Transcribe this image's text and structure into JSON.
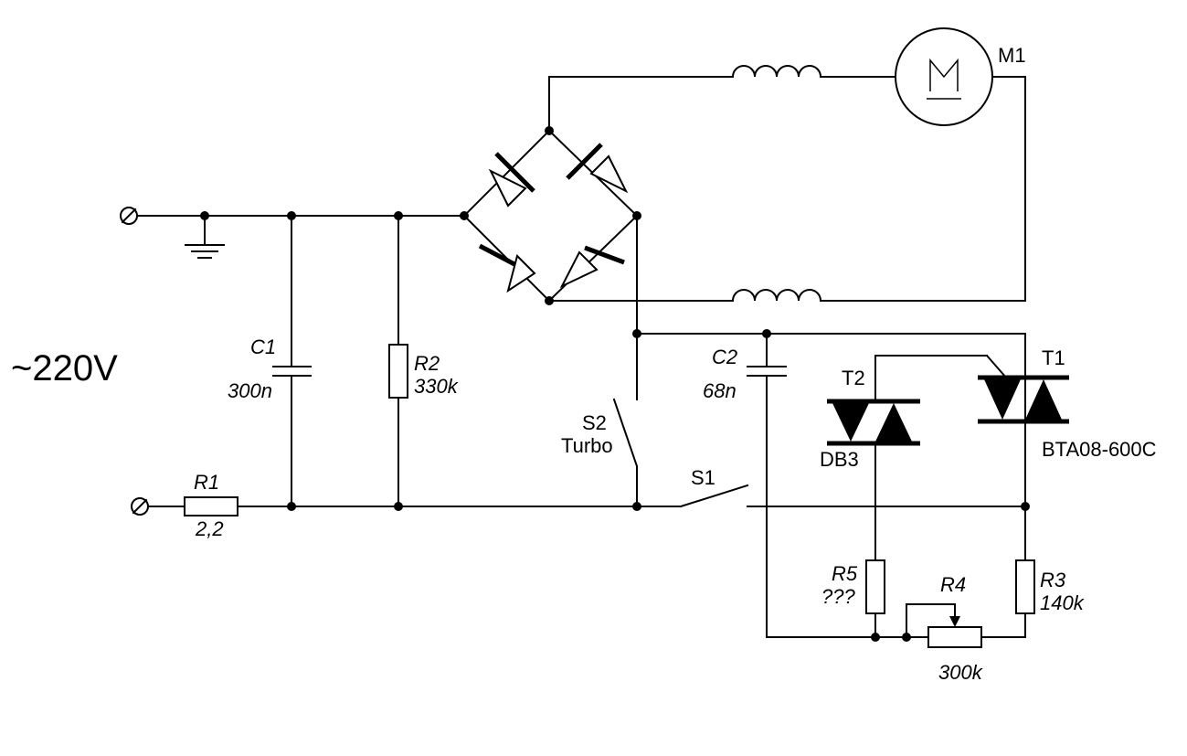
{
  "supply": {
    "label": "~220V"
  },
  "components": {
    "c1": {
      "ref": "C1",
      "value": "300n"
    },
    "r2": {
      "ref": "R2",
      "value": "330k"
    },
    "r1": {
      "ref": "R1",
      "value": "2,2"
    },
    "m1": {
      "ref": "M1"
    },
    "c2": {
      "ref": "C2",
      "value": "68n"
    },
    "s2": {
      "ref": "S2",
      "note": "Turbo"
    },
    "s1": {
      "ref": "S1"
    },
    "t2": {
      "ref": "T2",
      "part": "DB3"
    },
    "t1": {
      "ref": "T1",
      "part": "BTA08-600C"
    },
    "r5": {
      "ref": "R5",
      "value": "???"
    },
    "r4": {
      "ref": "R4",
      "value": "300k"
    },
    "r3": {
      "ref": "R3",
      "value": "140k"
    }
  }
}
